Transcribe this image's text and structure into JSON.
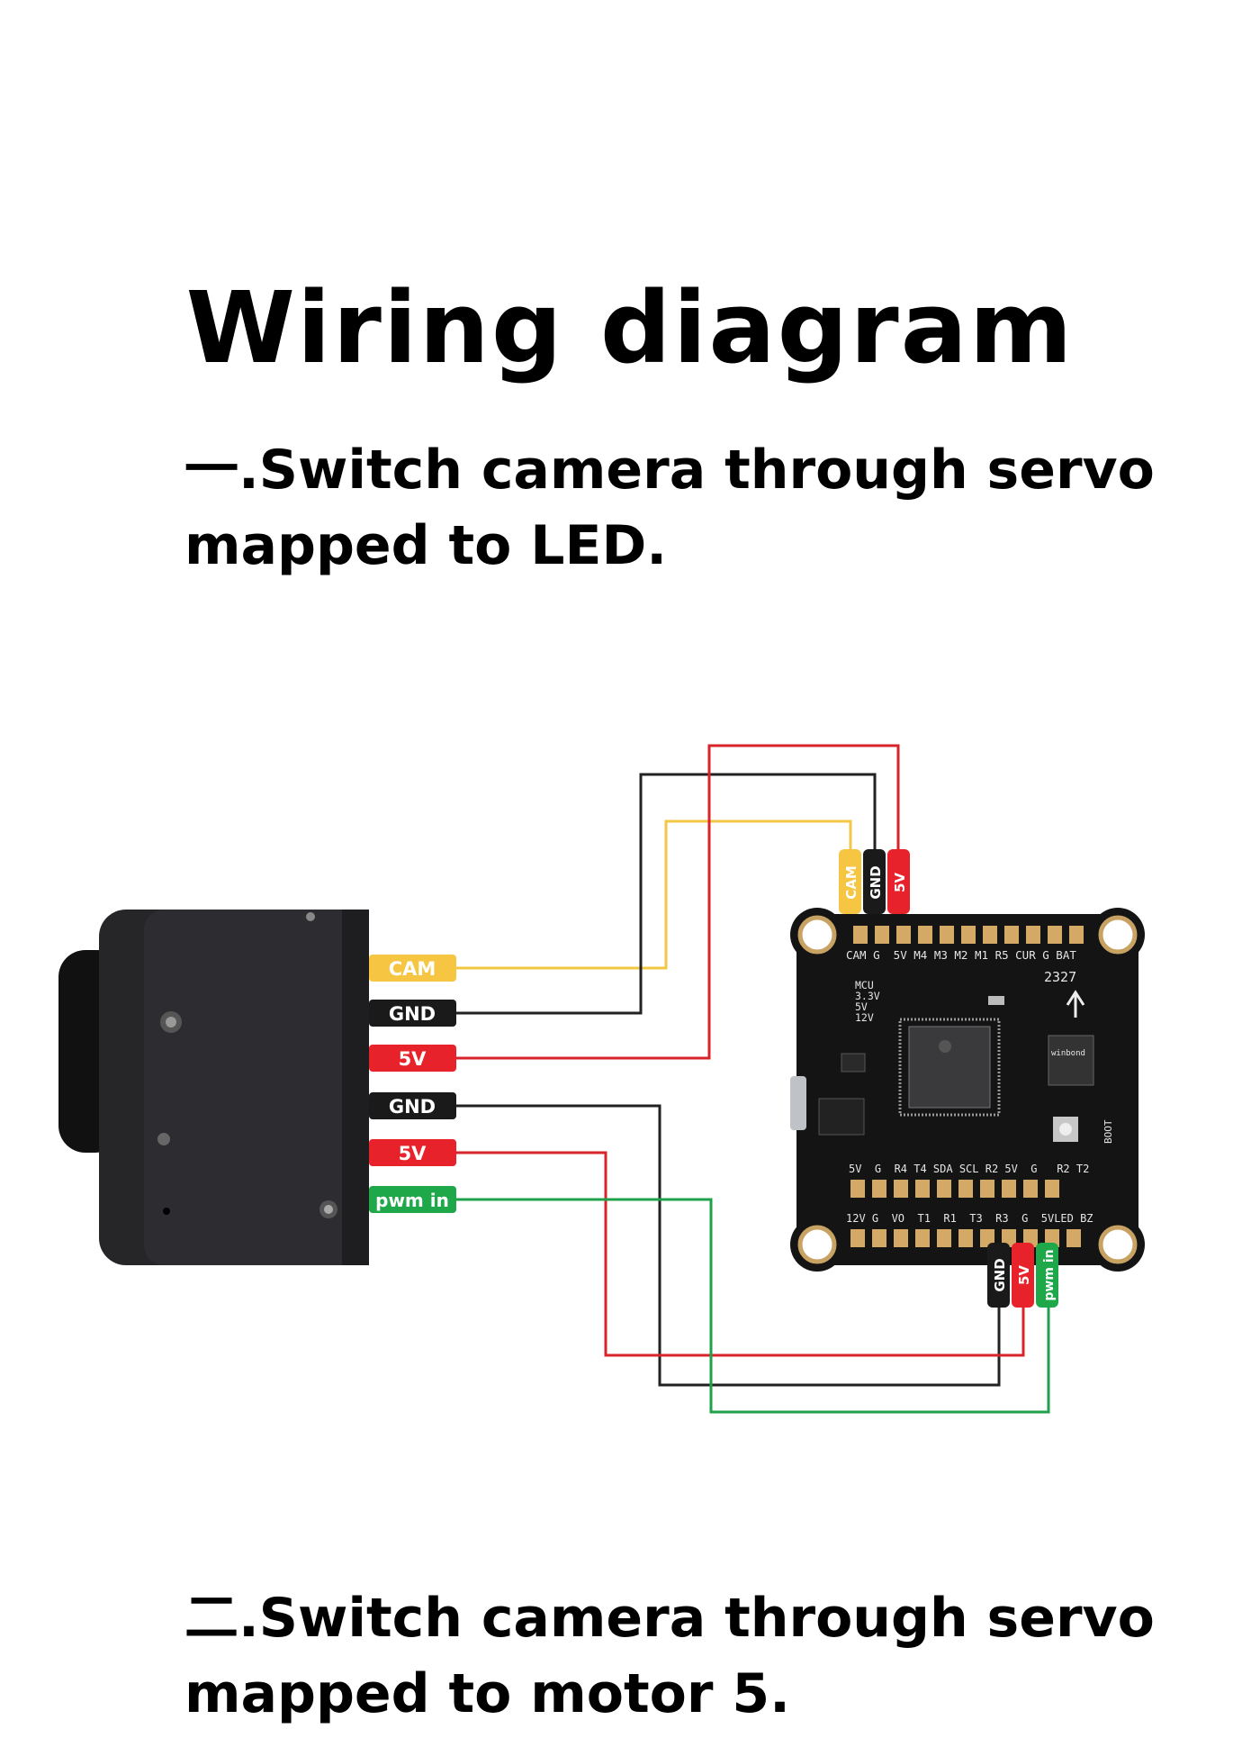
{
  "title": "Wiring diagram",
  "section1": {
    "line1": "一.Switch camera through servo",
    "line2": "mapped to LED."
  },
  "section2": {
    "line1": "二.Switch camera through servo",
    "line2": "mapped to motor 5."
  },
  "camera_pins": [
    "CAM",
    "GND",
    "5V",
    "GND",
    "5V",
    "pwm in"
  ],
  "top_connector": [
    "CAM",
    "GND",
    "5V"
  ],
  "bottom_connector": [
    "GND",
    "5V",
    "pwm in"
  ],
  "board": {
    "top_pads": "CAM G  5V M4 M3 M2 M1 R5 CUR G BAT",
    "mcu_label": [
      "MCU",
      "3.3V",
      "5V",
      "12V"
    ],
    "board_id": "2327",
    "mid_row": "5V  G  R4 T4 SDA SCL R2 5V  G   R2 T2",
    "bottom_pads": "12V G  VO  T1  R1  T3  R3  G  5VLED BZ",
    "boot_label": "BOOT",
    "flash_label": "winbond"
  },
  "colors": {
    "cam": "#f6c643",
    "gnd": "#1a1a1a",
    "v5": "#e8222a",
    "pwm": "#1fa84a",
    "wire_yellow": "#f3c746",
    "wire_black": "#222222",
    "wire_red": "#d9232a",
    "wire_green": "#1fa04a"
  }
}
